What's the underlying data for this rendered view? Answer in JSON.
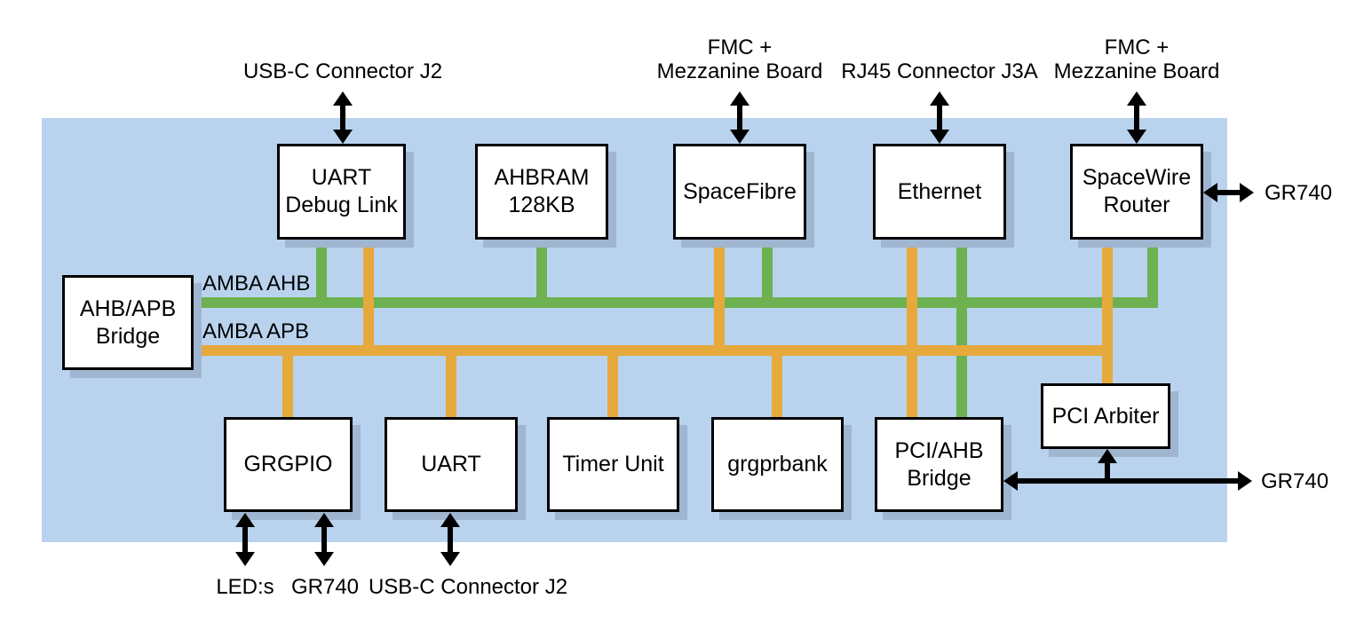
{
  "diagram": {
    "title_hint": "SoC board block diagram",
    "colors": {
      "panel": "#b9d3ee",
      "ahb_bus": "#6db150",
      "apb_bus": "#e6a93c",
      "arrow": "#000000",
      "block_fill": "#ffffff",
      "block_border": "#000000",
      "block_shadow": "#9fb5d0"
    },
    "bus_labels": {
      "ahb": "AMBA AHB",
      "apb": "AMBA APB"
    },
    "blocks": {
      "uart_debug_link": "UART\nDebug Link",
      "ahbram": "AHBRAM\n128KB",
      "spacefibre": "SpaceFibre",
      "ethernet": "Ethernet",
      "spacewire_router": "SpaceWire\nRouter",
      "ahb_apb_bridge": "AHB/APB\nBridge",
      "grgpio": "GRGPIO",
      "uart": "UART",
      "timer_unit": "Timer Unit",
      "grgprbank": "grgprbank",
      "pci_ahb_bridge": "PCI/AHB\nBridge",
      "pci_arbiter": "PCI Arbiter"
    },
    "external_labels": {
      "usb_c_top": "USB-C Connector J2",
      "fmc_left": "FMC +\nMezzanine Board",
      "rj45": "RJ45 Connector J3A",
      "fmc_right": "FMC +\nMezzanine Board",
      "gr740_spacewire": "GR740",
      "gr740_pci": "GR740",
      "leds": "LED:s",
      "gr740_grgpio": "GR740",
      "usb_c_bottom": "USB-C Connector J2"
    }
  }
}
